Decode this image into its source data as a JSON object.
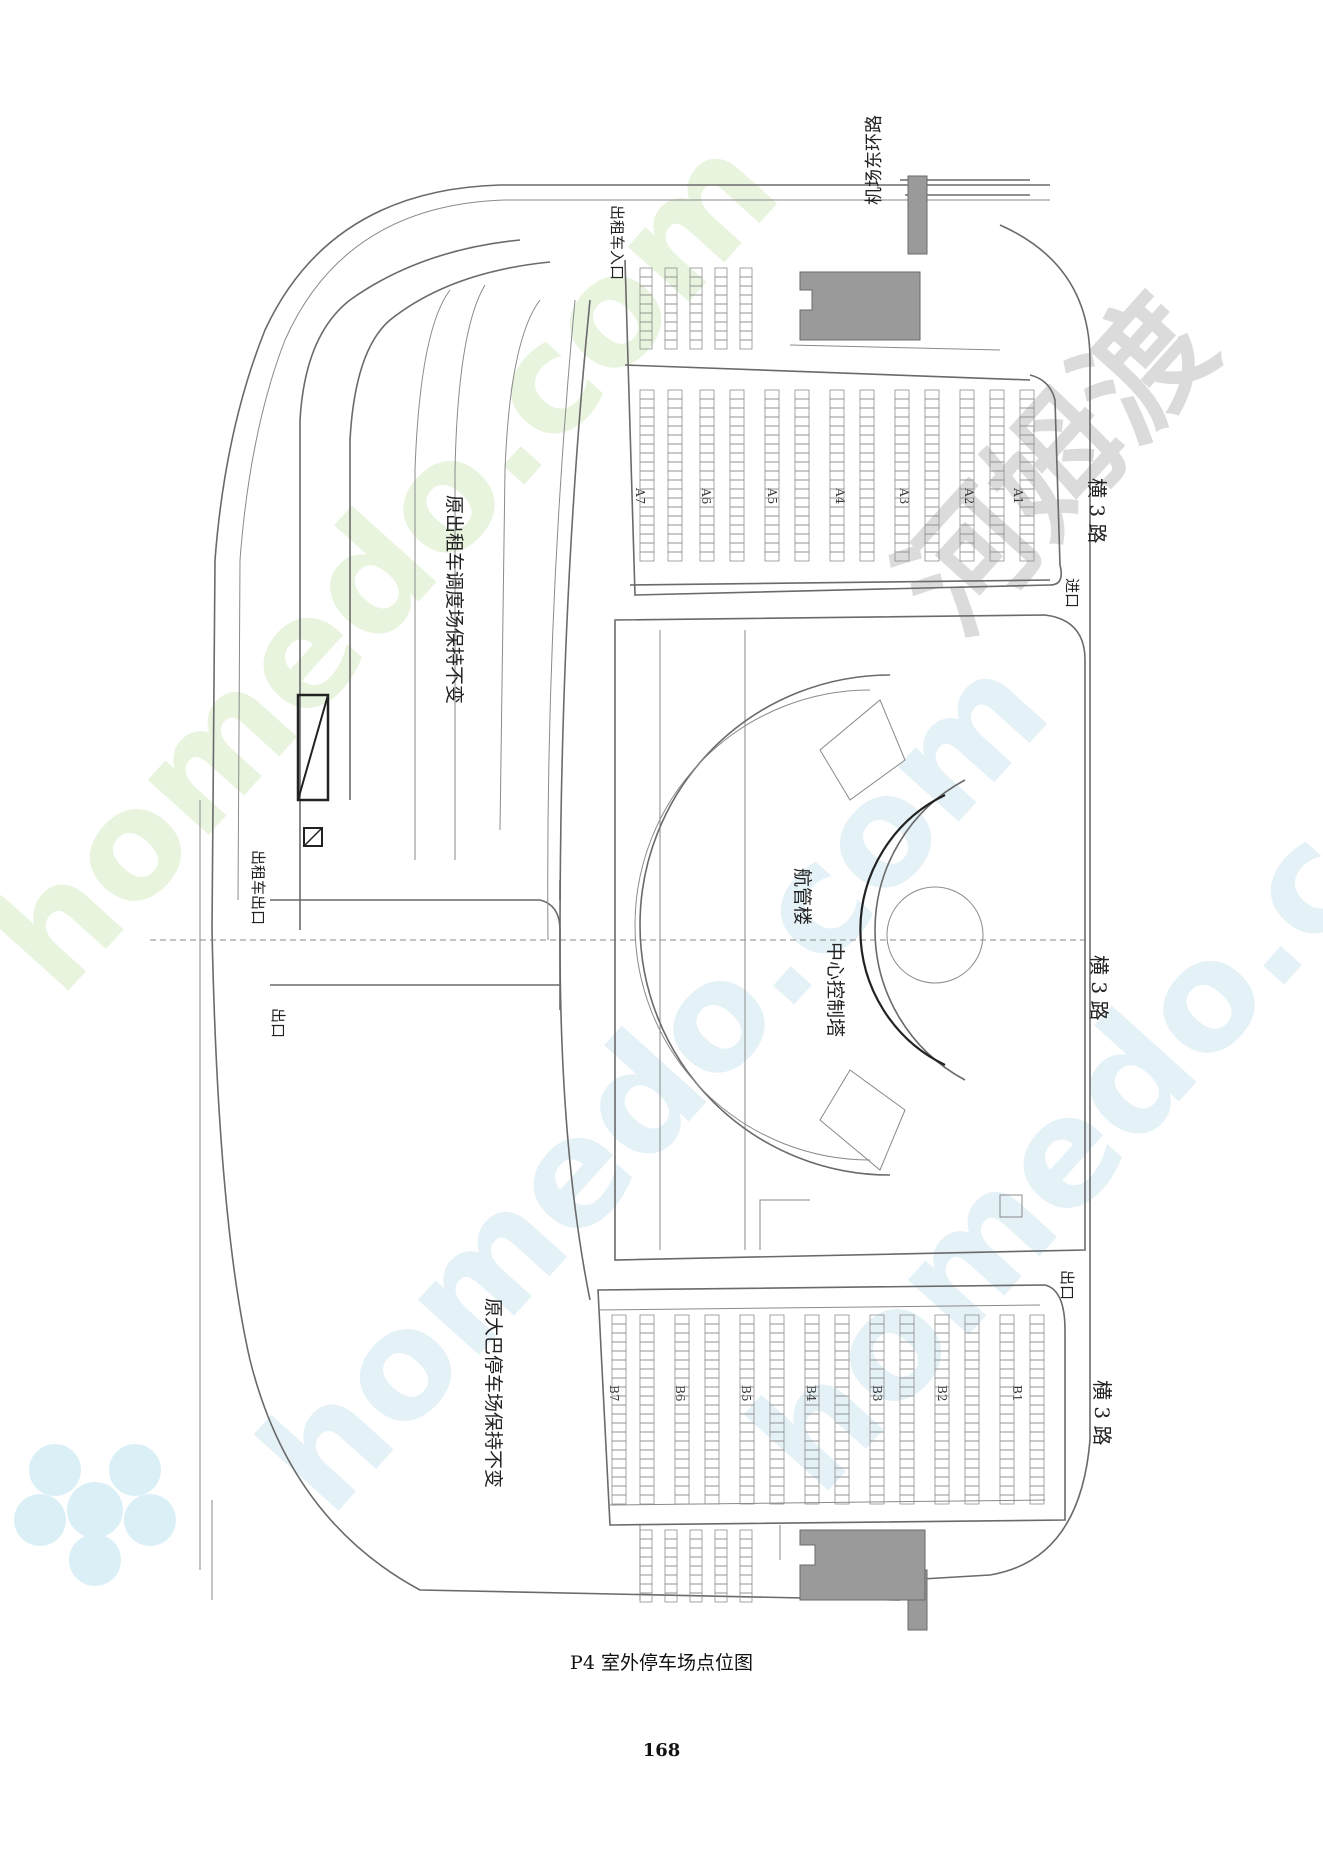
{
  "labels": {
    "road_north": "机场东环路",
    "taxi_entrance": "出租车入口",
    "taxi_exit": "出租车出口",
    "exit_left": "出口",
    "heng3_top": "横 3 路",
    "heng3_mid": "横 3 路",
    "heng3_bottom": "横 3 路",
    "entrance_right": "进口",
    "exit_right": "出口",
    "taxi_yard_note": "原出租车调度场保持不变",
    "bus_yard_note": "原大巴停车场保持不变",
    "atc_building": "航管楼",
    "control_tower": "中心控制塔"
  },
  "zones_a": [
    "A1",
    "A2",
    "A3",
    "A4",
    "A5",
    "A6",
    "A7"
  ],
  "zones_b": [
    "B1",
    "B2",
    "B3",
    "B4",
    "B5",
    "B6",
    "B7"
  ],
  "watermark": {
    "text": "homedo.com",
    "cn": "河姆渡",
    "color": "#c9e6f3",
    "accent": "#d8eec0"
  },
  "caption": "P4 室外停车场点位图",
  "page_number": "168"
}
